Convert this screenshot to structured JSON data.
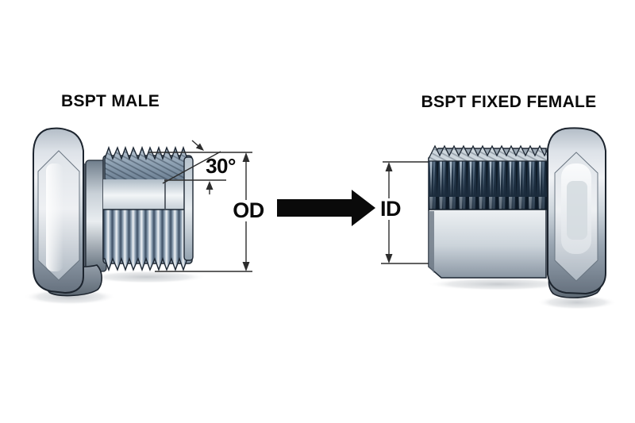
{
  "diagram": {
    "kind": "pipe-thread identification illustration",
    "background": "#ffffff"
  },
  "labels": {
    "male": "BSPT MALE",
    "female": "BSPT FIXED FEMALE",
    "angle": "30°",
    "od": "OD",
    "id": "ID"
  },
  "icons": {
    "transform_arrow": "right-arrow"
  },
  "colors": {
    "text": "#0a0a0a",
    "dimension_line": "#2d2d2d",
    "arrow": "#0a0a0a",
    "steel_light": "#eef1f4",
    "steel_mid": "#9daebc",
    "steel_dark": "#24384c",
    "outline": "#1d2733"
  }
}
